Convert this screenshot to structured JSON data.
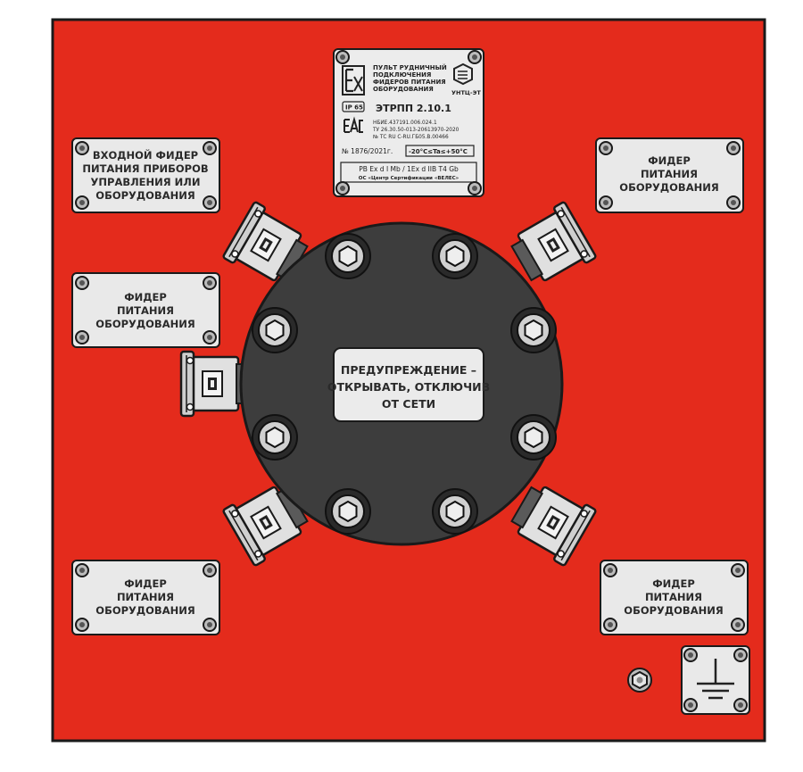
{
  "nameplate": {
    "title_lines": [
      "ПУЛЬТ РУДНИЧНЫЙ",
      "ПОДКЛЮЧЕНИЯ",
      "ФИДЕРОВ ПИТАНИЯ",
      "ОБОРУДОВАНИЯ"
    ],
    "brand": "УНТЦ-ЭТ",
    "ip_rating": "IP 65",
    "model": "ЭТРПП 2.10.1",
    "spec_lines": [
      "НБИЕ.437191.006.024.1",
      "ТУ 26.30.50-013-20613970-2020",
      "№ ТС RU C-RU.ГБ05.В.00466"
    ],
    "serial": "№ 1876/2021г.",
    "temp_range": "-20°C≤Ta≤+50°C",
    "ex_marking": "РВ Ex d I Mb / 1Ex d IIB T4 Gb",
    "certifier": "ОС «Центр Сертификации «ВЕЛЕС»"
  },
  "labels": {
    "input_feeder": [
      "ВХОДНОЙ ФИДЕР",
      "ПИТАНИЯ ПРИБОРОВ",
      "УПРАВЛЕНИЯ ИЛИ",
      "ОБОРУДОВАНИЯ"
    ],
    "feeder": [
      "ФИДЕР",
      "ПИТАНИЯ",
      "ОБОРУДОВАНИЯ"
    ],
    "warning": [
      "ПРЕДУПРЕЖДЕНИЕ –",
      "ОТКРЫВАТЬ, ОТКЛЮЧИВ",
      "ОТ СЕТИ"
    ]
  },
  "colors": {
    "panel": "#e42b1c",
    "plate": "#e9e9e9",
    "body": "#3d3d3d",
    "outline": "#1a1a1a"
  }
}
